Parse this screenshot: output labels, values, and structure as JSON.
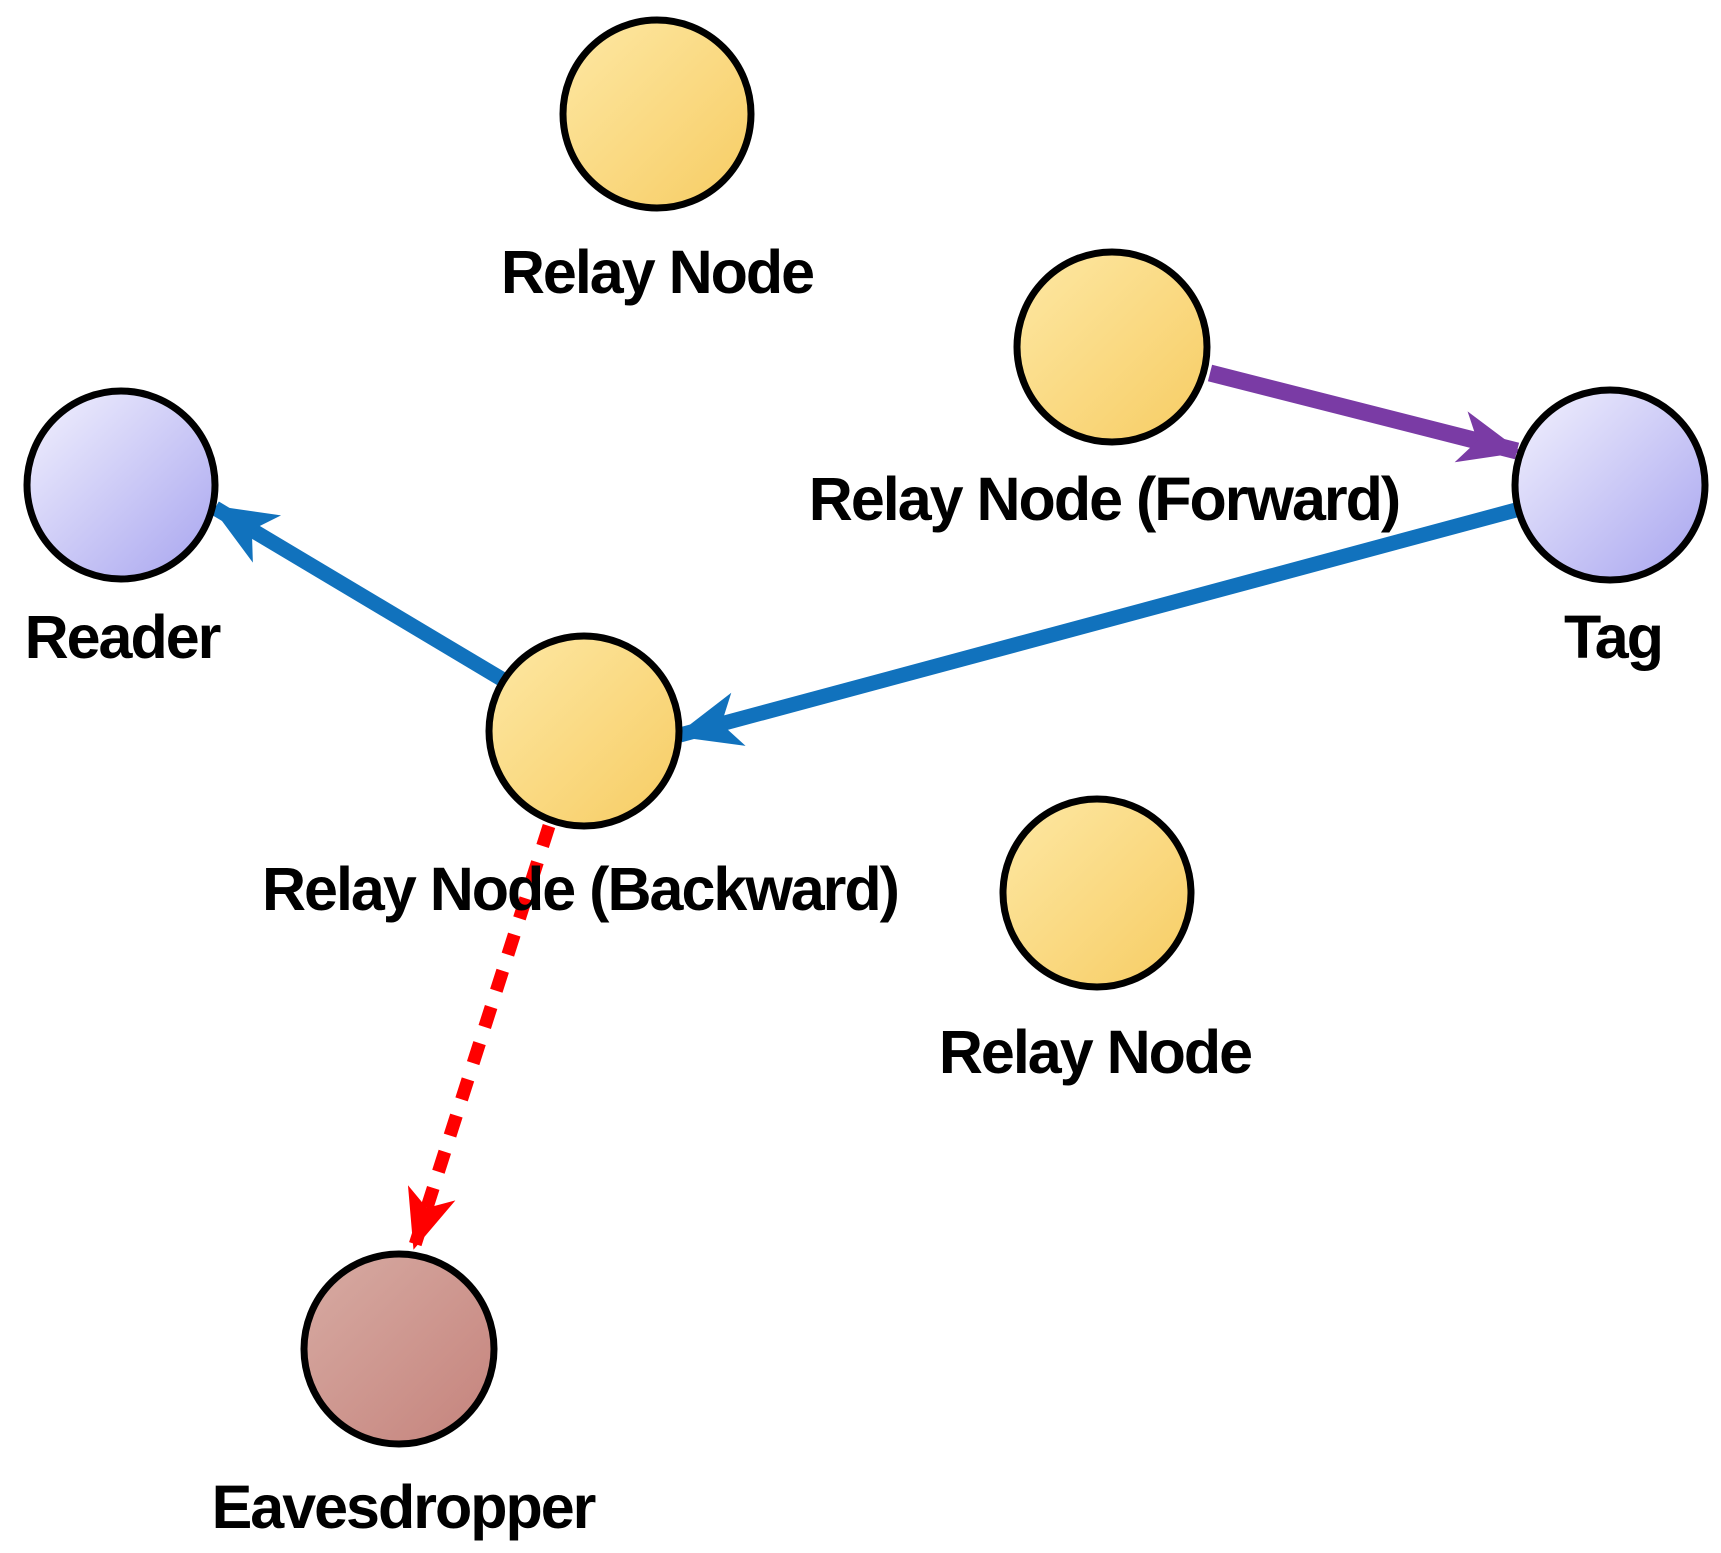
{
  "diagram": {
    "type": "network-topology-figure",
    "description": "RFID backscatter relay network with reader, tag, relay nodes and an eavesdropper",
    "nodes": [
      {
        "id": "relay-top",
        "label": "Relay Node",
        "kind": "relay"
      },
      {
        "id": "relay-forward",
        "label": "Relay Node (Forward)",
        "kind": "relay"
      },
      {
        "id": "tag",
        "label": "Tag",
        "kind": "endpoint"
      },
      {
        "id": "reader",
        "label": "Reader",
        "kind": "endpoint"
      },
      {
        "id": "relay-backward",
        "label": "Relay Node (Backward)",
        "kind": "relay"
      },
      {
        "id": "relay-bottom",
        "label": "Relay Node",
        "kind": "relay"
      },
      {
        "id": "eavesdropper",
        "label": "Eavesdropper",
        "kind": "attacker"
      }
    ],
    "links": [
      {
        "from": "relay-forward",
        "to": "tag",
        "style": "solid",
        "color_key": "arrow_purple"
      },
      {
        "from": "tag",
        "to": "relay-backward",
        "style": "solid",
        "color_key": "arrow_blue"
      },
      {
        "from": "relay-backward",
        "to": "reader",
        "style": "solid",
        "color_key": "arrow_blue"
      },
      {
        "from": "relay-backward",
        "to": "eavesdropper",
        "style": "dashed",
        "color_key": "arrow_red"
      }
    ],
    "colors": {
      "background": "#FFFFFF",
      "node_border": "#000000",
      "label_color": "#000000",
      "relay_fill_light": "#FDE8A4",
      "relay_fill_dark": "#F7CC63",
      "endpoint_fill_light": "#F3F2FE",
      "endpoint_fill_dark": "#A7A4EF",
      "attacker_fill_light": "#D7ABA3",
      "attacker_fill_dark": "#C5837C",
      "arrow_blue": "#1172BD",
      "arrow_purple": "#7A3BA5",
      "arrow_red": "#FF0000"
    }
  }
}
